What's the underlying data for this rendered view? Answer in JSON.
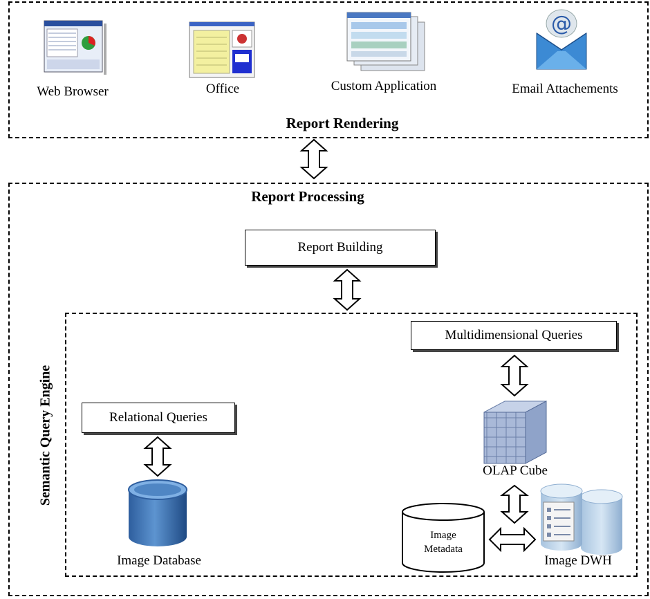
{
  "rendering": {
    "title": "Report Rendering",
    "items": [
      {
        "label": "Web Browser",
        "icon": "web-browser-icon"
      },
      {
        "label": "Office",
        "icon": "office-icon"
      },
      {
        "label": "Custom Application",
        "icon": "custom-application-icon"
      },
      {
        "label": "Email Attachements",
        "icon": "email-attachments-icon"
      }
    ]
  },
  "processing": {
    "title": "Report Processing",
    "report_building": "Report Building"
  },
  "engine": {
    "title": "Semantic Query Engine",
    "multidimensional_queries": "Multidimensional Queries",
    "relational_queries": "Relational Queries",
    "olap_cube": "OLAP Cube",
    "image_database": "Image Database",
    "image_metadata_line1": "Image",
    "image_metadata_line2": "Metadata",
    "image_dwh": "Image DWH"
  }
}
